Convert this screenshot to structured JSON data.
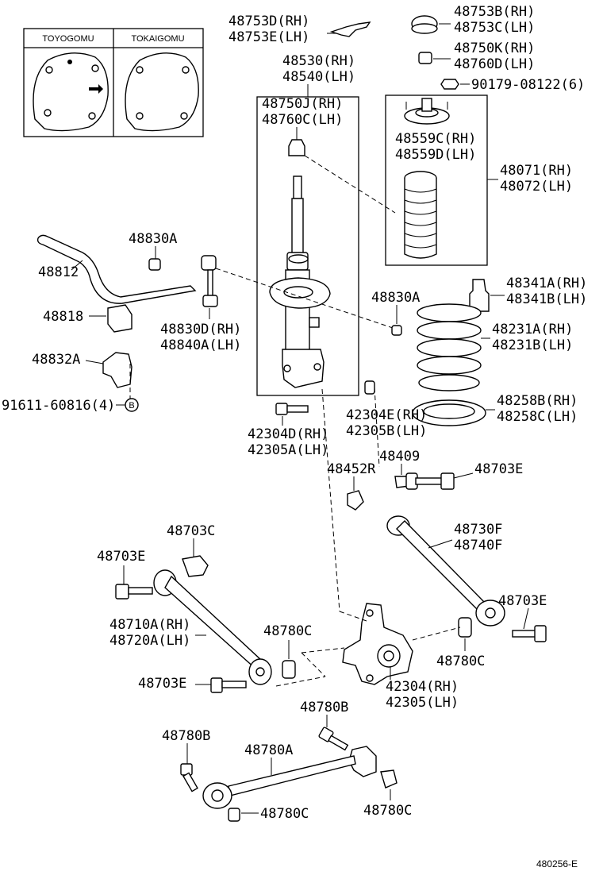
{
  "inset": {
    "left_title": "TOYOGOMU",
    "right_title": "TOKAIGOMU"
  },
  "labels": {
    "p48753D": "48753D(RH)",
    "p48753E": "48753E(LH)",
    "p48753B": "48753B(RH)",
    "p48753C": "48753C(LH)",
    "p48750K": "48750K(RH)",
    "p48760D": "48760D(LH)",
    "p90179": "90179-08122(6)",
    "p48530": "48530(RH)",
    "p48540": "48540(LH)",
    "p48750J": "48750J(RH)",
    "p48760C": "48760C(LH)",
    "p48559C": "48559C(RH)",
    "p48559D": "48559D(LH)",
    "p48071": "48071(RH)",
    "p48072": "48072(LH)",
    "p48830A_1": "48830A",
    "p48812": "48812",
    "p48341A": "48341A(RH)",
    "p48341B": "48341B(LH)",
    "p48830A_2": "48830A",
    "p48818": "48818",
    "p48830D": "48830D(RH)",
    "p48840A": "48840A(LH)",
    "p48231A": "48231A(RH)",
    "p48231B": "48231B(LH)",
    "p48832A": "48832A",
    "p48258B": "48258B(RH)",
    "p48258C": "48258C(LH)",
    "p91611": "91611-60816(4)",
    "b_marker": "B",
    "p42304E": "42304E(RH)",
    "p42305B": "42305B(LH)",
    "p42304D": "42304D(RH)",
    "p42305A": "42305A(LH)",
    "p48409": "48409",
    "p48452R": "48452R",
    "p48703E_1": "48703E",
    "p48730F": "48730F",
    "p48740F": "48740F",
    "p48703C": "48703C",
    "p48703E_2": "48703E",
    "p48703E_3": "48703E",
    "p48710A": "48710A(RH)",
    "p48720A": "48720A(LH)",
    "p48780C_1": "48780C",
    "p48780C_2": "48780C",
    "p48703E_4": "48703E",
    "p42304": "42304(RH)",
    "p42305": "42305(LH)",
    "p48780B_1": "48780B",
    "p48780B_2": "48780B",
    "p48780A": "48780A",
    "p48780C_3": "48780C",
    "p48780C_4": "48780C",
    "doc_number": "480256-E"
  }
}
